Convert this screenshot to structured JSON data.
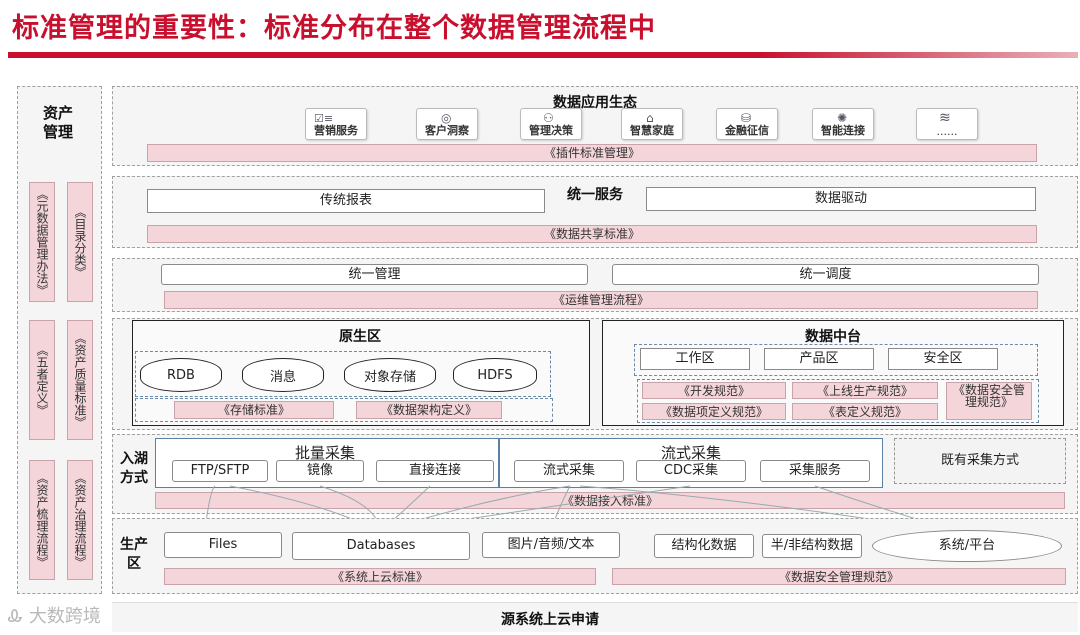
{
  "title": "标准管理的重要性：标准分布在整个数据管理流程中",
  "left": {
    "asset_mgmt": "资产管理",
    "items": [
      "《元数据管理办法》",
      "《目录分类》",
      "《五者定义》",
      "《资产质量标准》",
      "《资产梳理流程》",
      "《资产治理流程》"
    ]
  },
  "ecosystem": {
    "label": "数据应用生态",
    "cards": [
      "营销服务",
      "客户洞察",
      "管理决策",
      "智慧家庭",
      "金融征信",
      "智能连接",
      "......"
    ],
    "standard": "《插件标准管理》"
  },
  "service": {
    "label": "统一服务",
    "left_box": "传统报表",
    "right_box": "数据驱动",
    "standard": "《数据共享标准》"
  },
  "management": {
    "left_box": "统一管理",
    "right_box": "统一调度",
    "standard": "《运维管理流程》"
  },
  "raw_zone": {
    "label": "原生区",
    "stores": [
      "RDB",
      "消息",
      "对象存储",
      "HDFS"
    ],
    "standards": [
      "《存储标准》",
      "《数据架构定义》"
    ]
  },
  "data_center": {
    "label": "数据中台",
    "areas": [
      "工作区",
      "产品区",
      "安全区"
    ],
    "standards": [
      "《开发规范》",
      "《上线生产规范》",
      "《数据项定义规范》",
      "《表定义规范》",
      "《数据安全管理规范》"
    ]
  },
  "ingest": {
    "label": "入湖方式",
    "batch": {
      "label": "批量采集",
      "items": [
        "FTP/SFTP",
        "镜像",
        "直接连接"
      ]
    },
    "stream": {
      "label": "流式采集",
      "items": [
        "流式采集",
        "CDC采集",
        "采集服务"
      ]
    },
    "existing": "既有采集方式",
    "standard": "《数据接入标准》"
  },
  "production": {
    "label": "生产区",
    "items": [
      "Files",
      "Databases",
      "图片/音频/文本",
      "结构化数据",
      "半/非结构数据",
      "系统/平台"
    ],
    "standards": [
      "《系统上云标准》",
      "《数据安全管理规范》"
    ]
  },
  "footer": "源系统上云申请",
  "watermark": "大数跨境"
}
